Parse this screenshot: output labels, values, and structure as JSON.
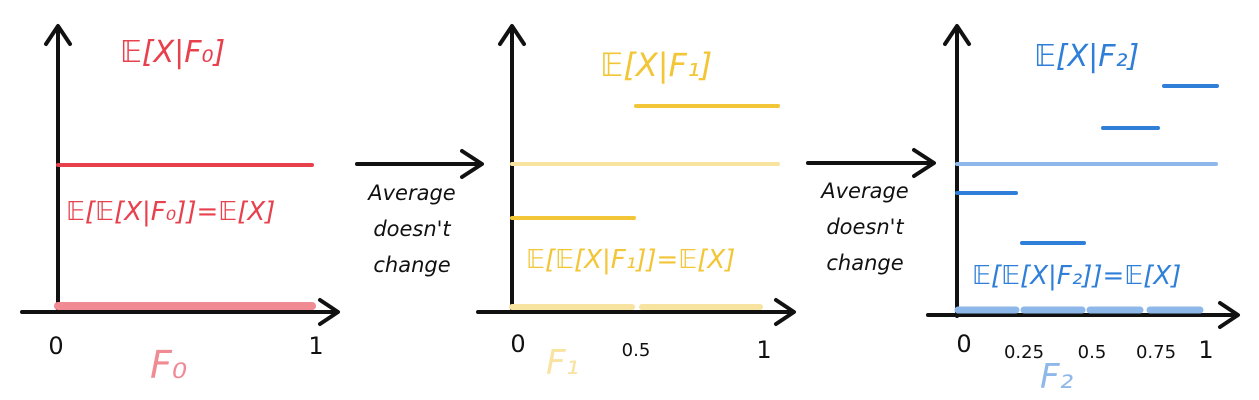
{
  "colors": {
    "panel0": "#e8414e",
    "panel0_light": "#f08a93",
    "panel1": "#f2c636",
    "panel1_light": "#f8e3a0",
    "panel2": "#2f7fd8",
    "panel2_light": "#8fb8ea",
    "ink": "#111111"
  },
  "panels": [
    {
      "title": "𝔼[X|F₀]",
      "equation": "𝔼[𝔼[X|F₀]]=𝔼[X]",
      "filtration": "F₀",
      "ticks": [
        "0",
        "1"
      ]
    },
    {
      "title": "𝔼[X|F₁]",
      "equation": "𝔼[𝔼[X|F₁]]=𝔼[X]",
      "filtration": "F₁",
      "ticks": [
        "0",
        "0.5",
        "1"
      ]
    },
    {
      "title": "𝔼[X|F₂]",
      "equation": "𝔼[𝔼[X|F₂]]=𝔼[X]",
      "filtration": "F₂",
      "ticks": [
        "0",
        "0.25",
        "0.5",
        "0.75",
        "1"
      ]
    }
  ],
  "arrows": [
    {
      "note_lines": [
        "Average",
        "doesn't",
        "change"
      ]
    },
    {
      "note_lines": [
        "Average",
        "doesn't",
        "change"
      ]
    }
  ]
}
